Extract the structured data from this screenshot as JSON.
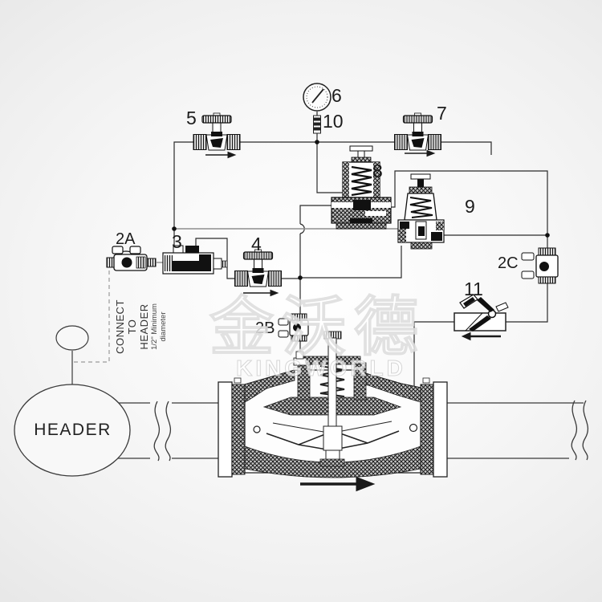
{
  "watermark": {
    "cjk": "金沃德",
    "latin": "KINGWORLD"
  },
  "header": {
    "label": "HEADER"
  },
  "notes": {
    "connect_line1": "CONNECT TO",
    "connect_line2": "HEADER",
    "size_line1": "1/2\" Minimum",
    "size_line2": "diameter"
  },
  "components": {
    "c2a": {
      "label": "2A",
      "name": "ball-valve"
    },
    "c2b": {
      "label": "2B",
      "name": "ball-valve"
    },
    "c2c": {
      "label": "2C",
      "name": "ball-valve"
    },
    "c3": {
      "label": "3",
      "name": "solenoid-valve"
    },
    "c4": {
      "label": "4",
      "name": "needle-valve"
    },
    "c5": {
      "label": "5",
      "name": "needle-valve"
    },
    "c6": {
      "label": "6",
      "name": "pressure-gauge"
    },
    "c7": {
      "label": "7",
      "name": "needle-valve"
    },
    "c8": {
      "label": "8",
      "name": "pressure-reducing-pilot"
    },
    "c9": {
      "label": "9",
      "name": "pressure-relief-pilot"
    },
    "c10": {
      "label": "10",
      "name": "restriction-fitting"
    },
    "c11": {
      "label": "11",
      "name": "check-valve"
    }
  },
  "colors": {
    "line": "#2b2b2b",
    "sense_line": "#8e8e8e",
    "background_edge": "#e7e7e7",
    "watermark": "#d4d4d4"
  }
}
